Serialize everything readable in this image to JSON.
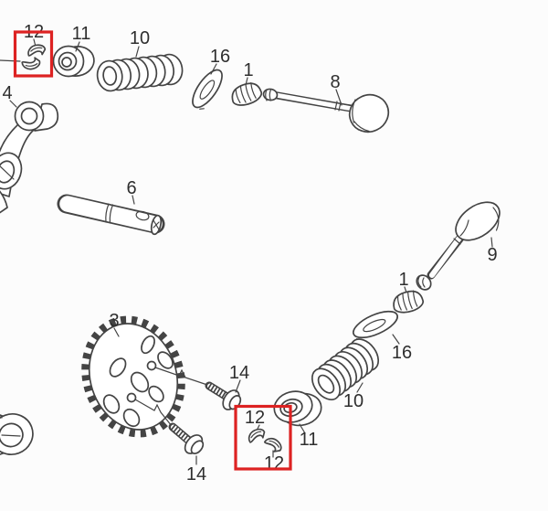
{
  "colors": {
    "highlight_box": "#dd2222",
    "line_art": "#444444",
    "labels": "#2e2e2e",
    "background": "#fcfcfc"
  },
  "callouts": {
    "cotters_top": "12",
    "retainer_top": "11",
    "spring_top": "10",
    "seat_top": "16",
    "seal_top": "1",
    "valve_top": "8",
    "rocker_arm": "4",
    "rocker_shaft": "6",
    "sprocket": "3",
    "valve_right": "9",
    "seal_right": "1",
    "seat_right": "16",
    "spring_bottom": "10",
    "retainer_bottom": "11",
    "cotters_bottom_upper": "12",
    "cotters_bottom_lower": "12",
    "bolt_upper": "14",
    "bolt_lower": "14"
  }
}
